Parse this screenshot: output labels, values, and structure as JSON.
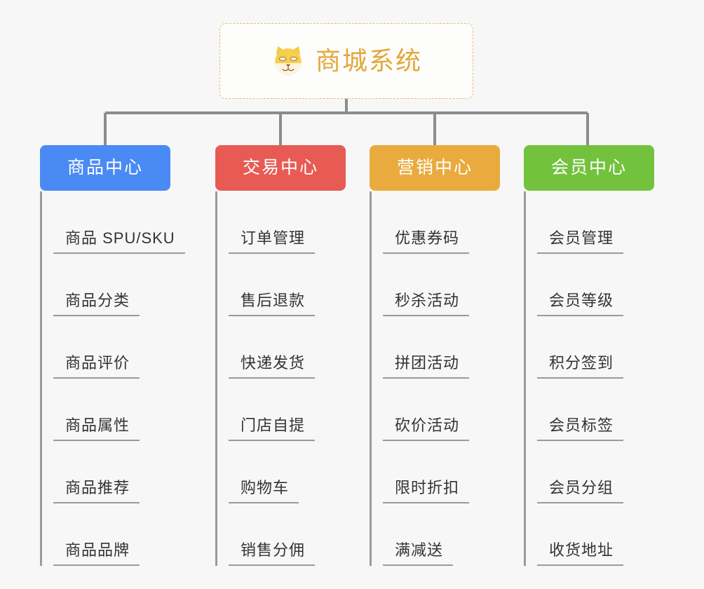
{
  "root": {
    "title": "商城系统",
    "icon": "shiba-dog-face-icon",
    "border_color": "#e9bb6a",
    "text_color": "#e3a73c",
    "background": "#fdfdfc"
  },
  "canvas": {
    "background": "#f7f7f7",
    "connector_color": "#8c8c8c"
  },
  "categories": [
    {
      "label": "商品中心",
      "color": "#4a8af4",
      "items": [
        "商品 SPU/SKU",
        "商品分类",
        "商品评价",
        "商品属性",
        "商品推荐",
        "商品品牌"
      ]
    },
    {
      "label": "交易中心",
      "color": "#e85b55",
      "items": [
        "订单管理",
        "售后退款",
        "快递发货",
        "门店自提",
        "购物车",
        "销售分佣"
      ]
    },
    {
      "label": "营销中心",
      "color": "#e9ab3e",
      "items": [
        "优惠券码",
        "秒杀活动",
        "拼团活动",
        "砍价活动",
        "限时折扣",
        "满减送"
      ]
    },
    {
      "label": "会员中心",
      "color": "#73c23d",
      "items": [
        "会员管理",
        "会员等级",
        "积分签到",
        "会员标签",
        "会员分组",
        "收货地址"
      ]
    }
  ]
}
